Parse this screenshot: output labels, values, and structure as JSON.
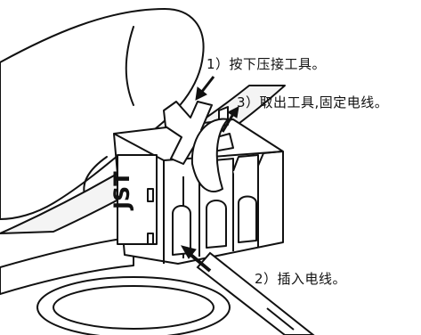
{
  "steps": {
    "step1": "1）按下压接工具。",
    "step2": "2）插入电线。",
    "step3": "3）取出工具,固定电线。"
  },
  "connector": {
    "brand_mark": "JST"
  },
  "colors": {
    "line": "#111111",
    "background": "#ffffff",
    "shade": "#d9d9d9"
  }
}
